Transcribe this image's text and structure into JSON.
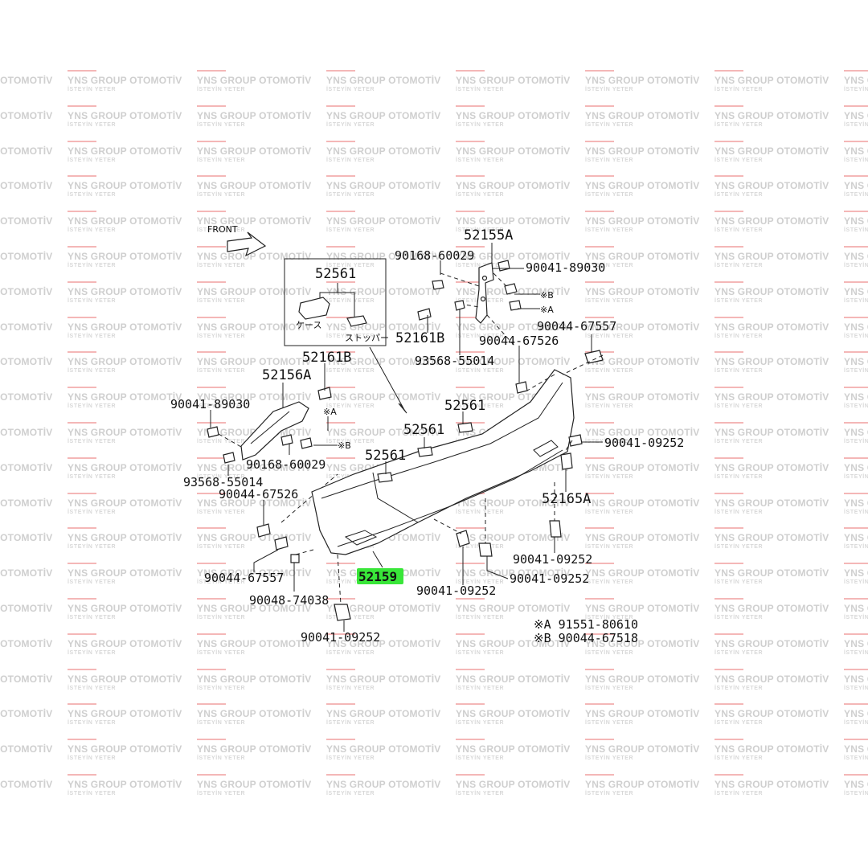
{
  "watermark": {
    "brand": "YNS GROUP OTOMOTİV",
    "tagline": "İSTEYİN YETER"
  },
  "front_marker": {
    "label": "FRONT"
  },
  "inset": {
    "part_number": "52561",
    "case_label": "ケース",
    "stopper_label": "ストッパー"
  },
  "callouts": {
    "c52155a": "52155A",
    "c90168_60029_top": "90168-60029",
    "c90041_89030_top": "90041-89030",
    "mark_b_top": "※B",
    "mark_a_top": "※A",
    "c52161b_right": "52161B",
    "c93568_55014_top": "93568-55014",
    "c90044_67526_right": "90044-67526",
    "c90044_67557_right": "90044-67557",
    "c52161b_left": "52161B",
    "c52156a": "52156A",
    "c90041_89030_left": "90041-89030",
    "mark_a_left": "※A",
    "mark_b_left": "※B",
    "c90168_60029_left": "90168-60029",
    "c93568_55014_left": "93568-55014",
    "c90044_67526_left": "90044-67526",
    "c52561_a": "52561",
    "c52561_b": "52561",
    "c52561_c": "52561",
    "c90041_09252_right": "90041-09252",
    "c52165a": "52165A",
    "c90041_09252_mid1": "90041-09252",
    "c90041_09252_mid2": "90041-09252",
    "c90041_09252_mid3": "90041-09252",
    "c90044_67557_left": "90044-67557",
    "c90048_74038": "90048-74038",
    "c52159": "52159",
    "c90041_09252_bottom": "90041-09252"
  },
  "legend": {
    "a": "※A 91551-80610",
    "b": "※B 90044-67518"
  },
  "colors": {
    "highlight": "#39e639",
    "watermark_bar": "#f4b7b7",
    "watermark_text": "#cfcfcf",
    "ink": "#111111"
  }
}
